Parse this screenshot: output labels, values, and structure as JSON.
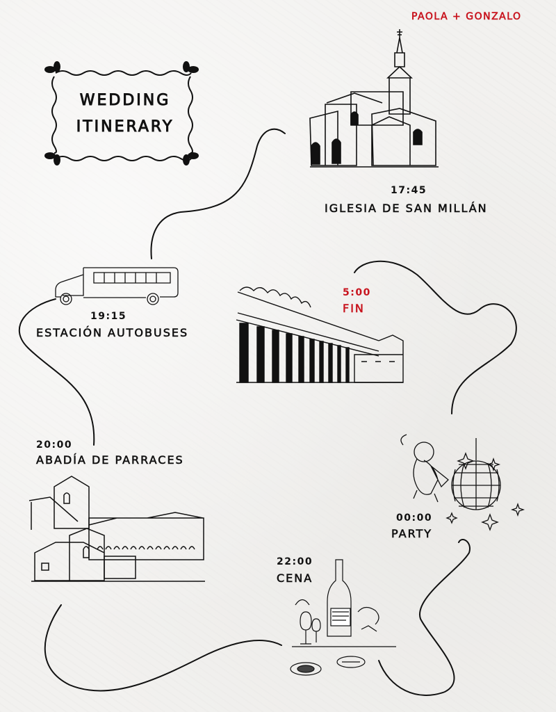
{
  "couple": "PAOLA + GONZALO",
  "title": {
    "line1": "WEDDING",
    "line2": "ITINERARY"
  },
  "events": [
    {
      "time": "17:45",
      "place": "IGLESIA DE SAN MILLÁN",
      "icon": "church-icon"
    },
    {
      "time": "19:15",
      "place": "ESTACIÓN AUTOBUSES",
      "icon": "bus-icon"
    },
    {
      "time": "20:00",
      "place": "ABADÍA DE PARRACES",
      "icon": "abbey-icon"
    },
    {
      "time": "22:00",
      "place": "CENA",
      "icon": "dinner-icon"
    },
    {
      "time": "00:00",
      "place": "PARTY",
      "icon": "disco-ball-icon"
    },
    {
      "time": "5:00",
      "place": "FIN",
      "icon": "aqueduct-icon"
    }
  ],
  "colors": {
    "accent": "#c8141e",
    "ink": "#111111",
    "paper": "#f2f1ef"
  }
}
